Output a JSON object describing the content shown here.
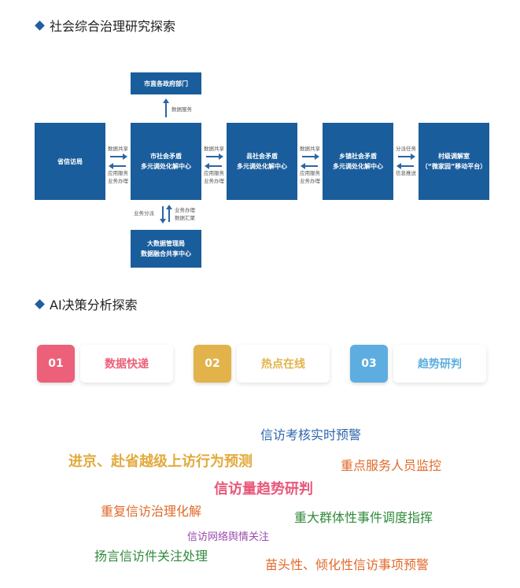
{
  "section1": {
    "title": "社会综合治理研究探索"
  },
  "diagram": {
    "top": "市直各政府部门",
    "top_arrow": "数据服务",
    "province": "省信访局",
    "city": "市社会矛盾\n多元调处化解中心",
    "county": "县社会矛盾\n多元调处化解中心",
    "town": "乡镇社会矛盾\n多元调处化解中心",
    "village": "村级调解室\n（“微家园”移动平台）",
    "bottom": "大数据管理局\n数据融合共享中心",
    "share": "数据共享",
    "apply": "应用服务\n业务办理",
    "dispatch_task": "分派任务",
    "info_push": "信息推送",
    "down_label": "业务分派",
    "up_label": "业务办理\n数据汇聚"
  },
  "section2": {
    "title": "AI决策分析探索"
  },
  "cards": [
    {
      "num": "01",
      "label": "数据快递",
      "color": "#ec6079"
    },
    {
      "num": "02",
      "label": "热点在线",
      "color": "#e2b34a"
    },
    {
      "num": "03",
      "label": "趋势研判",
      "color": "#5dade0"
    }
  ],
  "word_cloud": [
    {
      "text": "信访考核实时预警",
      "color": "#2e66ad"
    },
    {
      "text": "进京、赴省越级上访行为预测",
      "color": "#e2aa3c"
    },
    {
      "text": "重点服务人员监控",
      "color": "#e06a2a"
    },
    {
      "text": "信访量趋势研判",
      "color": "#e8587a"
    },
    {
      "text": "重复信访治理化解",
      "color": "#e06a2a"
    },
    {
      "text": "重大群体性事件调度指挥",
      "color": "#2f8a3a"
    },
    {
      "text": "信访网络舆情关注",
      "color": "#9a4aae"
    },
    {
      "text": "扬言信访件关注处理",
      "color": "#2f8a3a"
    },
    {
      "text": "苗头性、倾化性信访事项预警",
      "color": "#e06a2a"
    }
  ]
}
